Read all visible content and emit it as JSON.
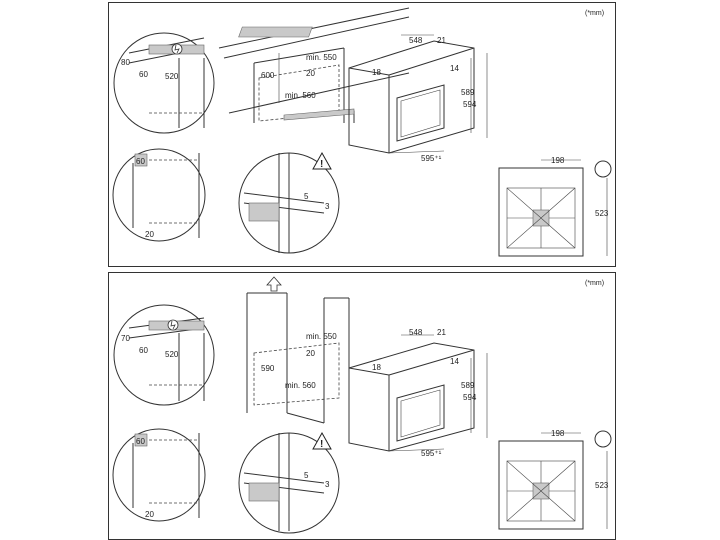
{
  "panels": [
    {
      "id": "built-under-counter",
      "unit_note": "(*mm)",
      "dims": {
        "d80": "80",
        "d60a": "60",
        "d520": "520",
        "d600": "600",
        "d_min550": "min. 550",
        "d20a": "20",
        "d_min560": "min. 560",
        "d548": "548",
        "d21": "21",
        "d18": "18",
        "d14": "14",
        "d589": "589",
        "d594": "594",
        "d595": "595⁺¹",
        "d60b": "60",
        "d20b": "20",
        "d5": "5",
        "d3": "3",
        "d198": "198",
        "d523": "523"
      }
    },
    {
      "id": "built-in-column",
      "unit_note": "(*mm)",
      "dims": {
        "d80": "70",
        "d60a": "60",
        "d520": "520",
        "d600": "590",
        "d_min550": "min. 550",
        "d20a": "20",
        "d_min560": "min. 560",
        "d548": "548",
        "d21": "21",
        "d18": "18",
        "d14": "14",
        "d589": "589",
        "d594": "594",
        "d595": "595⁺¹",
        "d60b": "60",
        "d20b": "20",
        "d5": "5",
        "d3": "3",
        "d198": "198",
        "d523": "523"
      }
    }
  ],
  "icons": [
    "warning-icon",
    "electrical-symbol-icon",
    "upward-arrow-icon",
    "oven-side-view-icon",
    "cabinet-icon"
  ]
}
